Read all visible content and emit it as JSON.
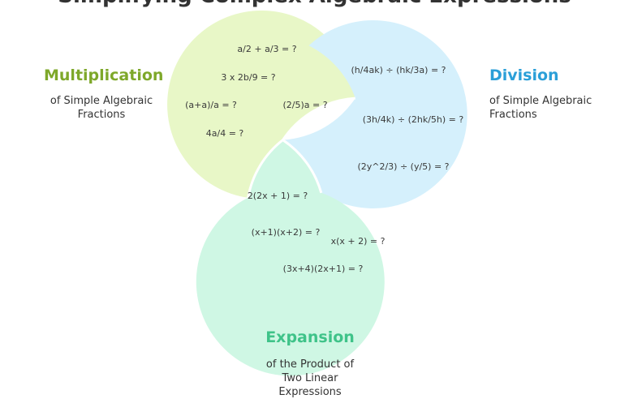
{
  "title": "Simplifying Complex Algebraic Expressions",
  "colors": {
    "multiplication": "#7ea82a",
    "division": "#2b9fd8",
    "expansion": "#3fc389",
    "fill_multiplication": "#e8f7c7",
    "fill_division": "#d5f0fc",
    "fill_expansion": "#cff7e4"
  },
  "categories": {
    "multiplication": {
      "title": "Multiplication",
      "description_lines": [
        "of Simple Algebraic",
        "Fractions"
      ]
    },
    "division": {
      "title": "Division",
      "description_lines": [
        "of Simple Algebraic",
        "Fractions"
      ]
    },
    "expansion": {
      "title": "Expansion",
      "description_lines": [
        "of the Product of",
        "Two Linear",
        "Expressions"
      ]
    }
  },
  "expressions": {
    "multiplication": [
      "a/2 + a/3 = ?",
      "3 x 2b/9 = ?",
      "(a+a)/a = ?",
      "(2/5)a = ?",
      "4a/4 = ?"
    ],
    "division": [
      "(h/4ak) ÷ (hk/3a) = ?",
      "(3h/4k) ÷ (2hk/5h) = ?",
      "(2y^2/3) ÷ (y/5) = ?"
    ],
    "expansion": [
      "2(2x + 1) = ?",
      "(x+1)(x+2) = ?",
      "x(x + 2) = ?",
      "(3x+4)(2x+1) = ?"
    ]
  }
}
